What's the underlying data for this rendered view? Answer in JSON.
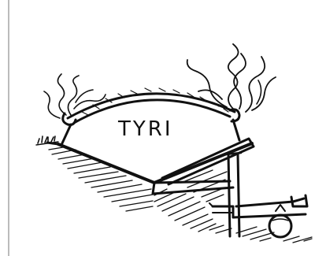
{
  "figure": {
    "label": "TYRI",
    "elements": [
      "left-margin-line",
      "ground-slope",
      "hatching",
      "tyri-arch",
      "left-smoke",
      "right-smoke",
      "collector-pipe",
      "support-post",
      "outflow-trough",
      "collection-pot"
    ]
  },
  "colors": {
    "ink": "#111111",
    "paper": "#ffffff",
    "margin_line": "#bbbbbb"
  }
}
